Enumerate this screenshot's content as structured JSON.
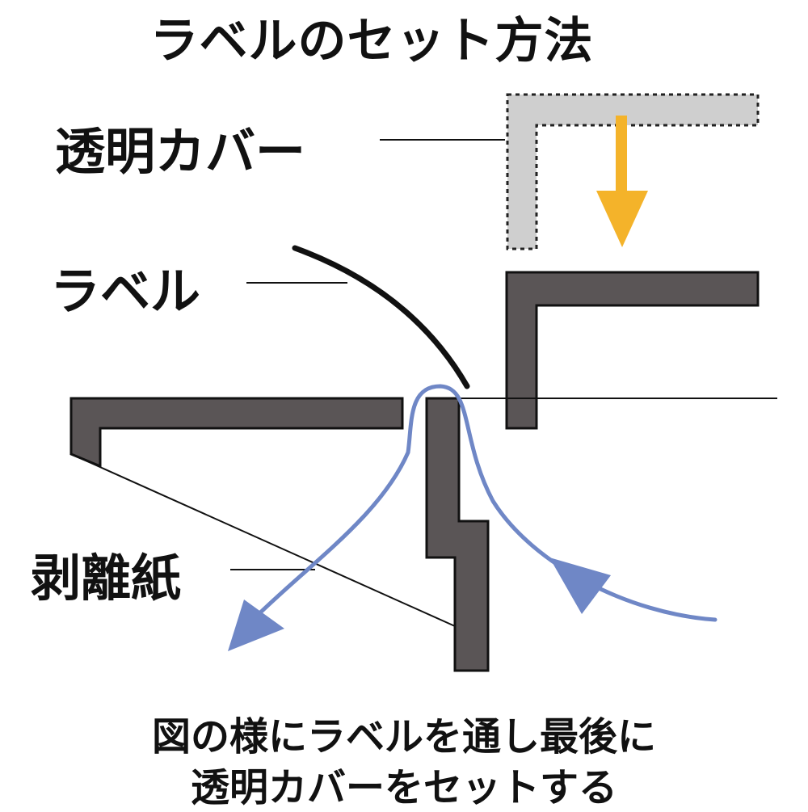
{
  "title": "ラベルのセット方法",
  "labels": {
    "cover": "透明カバー",
    "label": "ラベル",
    "release_paper": "剥離紙"
  },
  "caption": {
    "line1": "図の様にラベルを通し最後に",
    "line2": "透明カバーをセットする"
  },
  "colors": {
    "part_fill": "#5a5556",
    "cover_fill": "#cfcfcf",
    "arrow_orange": "#f4b32a",
    "path_blue": "#6f87c6"
  }
}
